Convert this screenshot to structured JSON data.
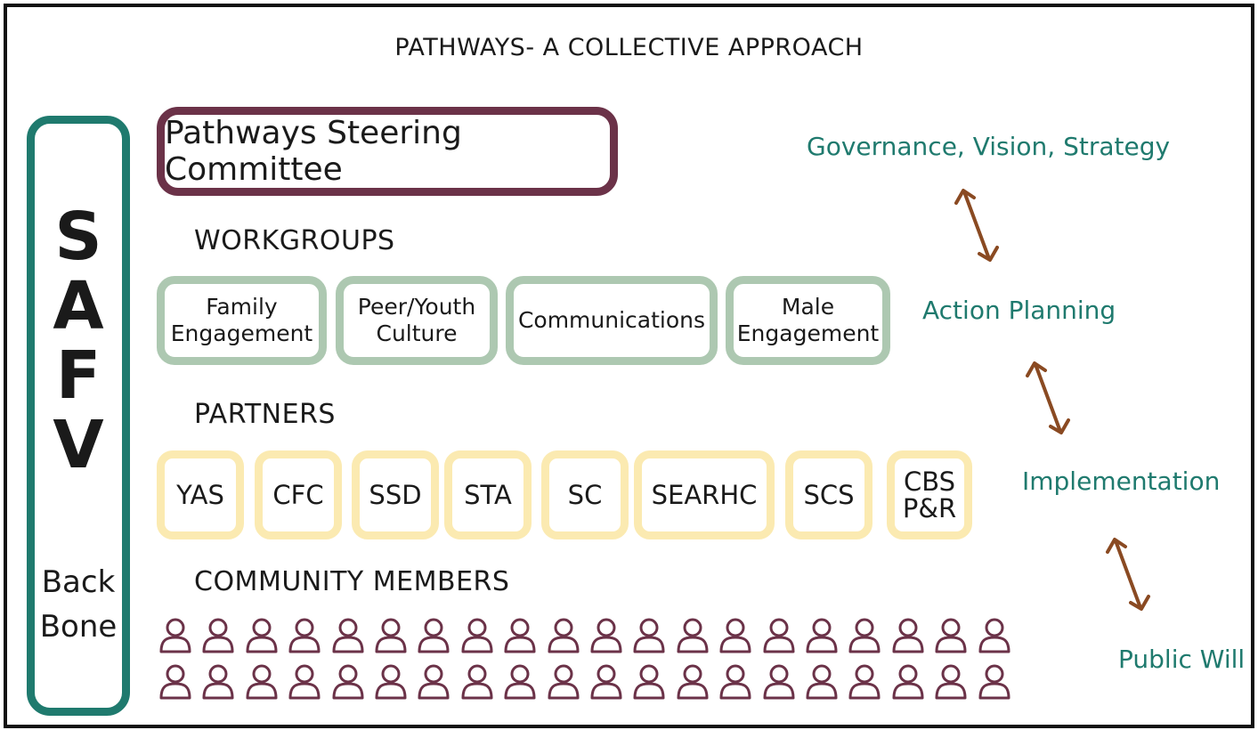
{
  "title": "PATHWAYS- A COLLECTIVE APPROACH",
  "backbone": {
    "letters": [
      "S",
      "A",
      "F",
      "V"
    ],
    "line1": "Back",
    "line2": "Bone",
    "color": "#1f7a6e"
  },
  "steering": {
    "label": "Pathways Steering Committee",
    "color": "#6b3248"
  },
  "workgroups": {
    "label": "WORKGROUPS",
    "color": "#adc8b1",
    "items": [
      {
        "line1": "Family",
        "line2": "Engagement"
      },
      {
        "line1": "Peer/Youth",
        "line2": "Culture"
      },
      {
        "line1": "Communications",
        "line2": ""
      },
      {
        "line1": "Male",
        "line2": "Engagement"
      }
    ]
  },
  "partners": {
    "label": "PARTNERS",
    "color": "#fbeab1",
    "items": [
      {
        "line1": "YAS",
        "line2": ""
      },
      {
        "line1": "CFC",
        "line2": ""
      },
      {
        "line1": "SSD",
        "line2": ""
      },
      {
        "line1": "STA",
        "line2": ""
      },
      {
        "line1": "SC",
        "line2": ""
      },
      {
        "line1": "SEARHC",
        "line2": ""
      },
      {
        "line1": "SCS",
        "line2": ""
      },
      {
        "line1": "CBS",
        "line2": "P&R"
      }
    ]
  },
  "community": {
    "label": "COMMUNITY MEMBERS",
    "icon": "person-icon",
    "rows": 2,
    "per_row": 20,
    "color": "#6b3248"
  },
  "levels": {
    "color": "#1f7a6e",
    "arrow_color": "#8a4a22",
    "items": [
      "Governance, Vision, Strategy",
      "Action Planning",
      "Implementation",
      "Public Will"
    ]
  }
}
